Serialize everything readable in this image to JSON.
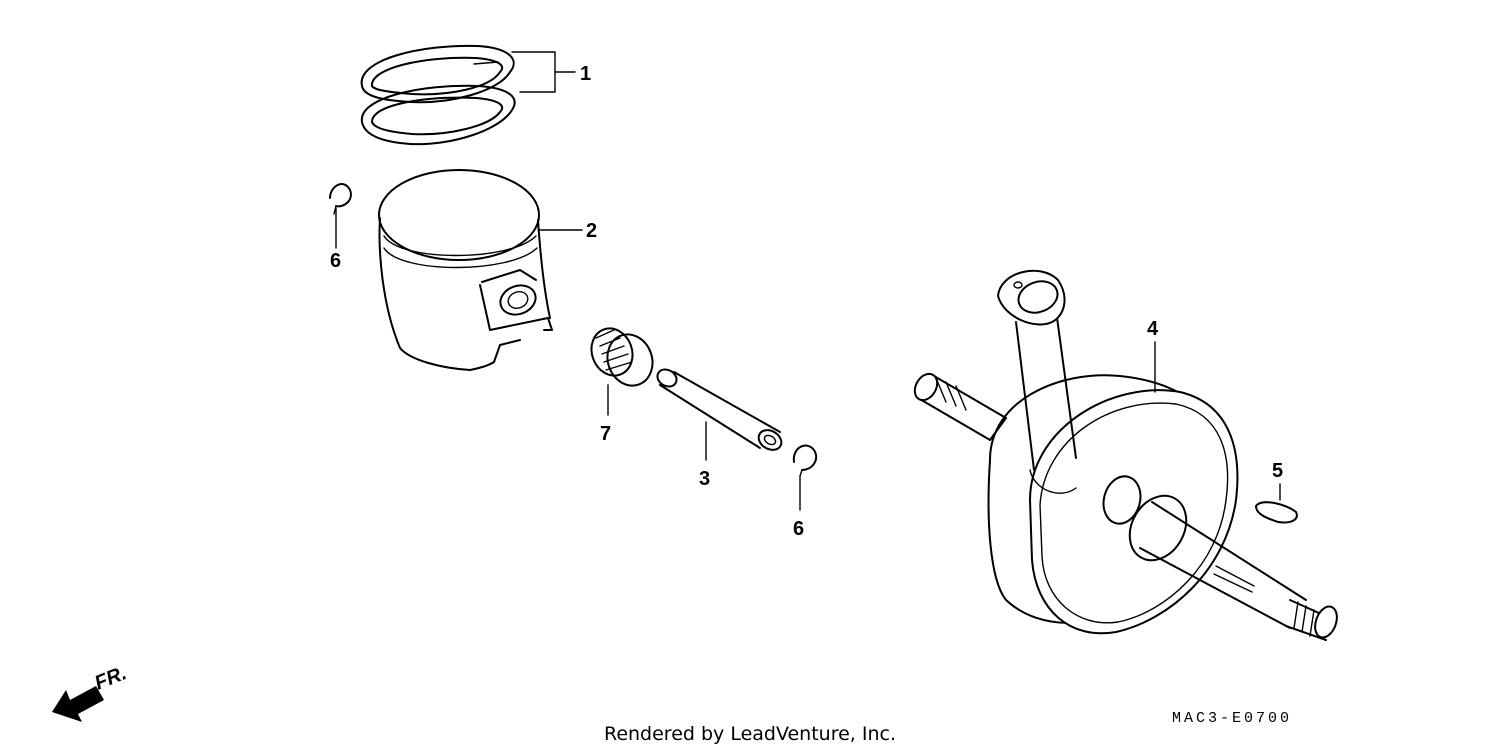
{
  "callouts": [
    {
      "id": "1",
      "label": "1"
    },
    {
      "id": "2",
      "label": "2"
    },
    {
      "id": "6a",
      "label": "6"
    },
    {
      "id": "7",
      "label": "7"
    },
    {
      "id": "3",
      "label": "3"
    },
    {
      "id": "6b",
      "label": "6"
    },
    {
      "id": "4",
      "label": "4"
    },
    {
      "id": "5",
      "label": "5"
    }
  ],
  "direction_indicator": {
    "label": "FR."
  },
  "diagram_code": "MAC3-E0700",
  "credit": "Rendered by LeadVenture, Inc.",
  "icons": {
    "front_arrow": "arrow-down-left-icon"
  }
}
